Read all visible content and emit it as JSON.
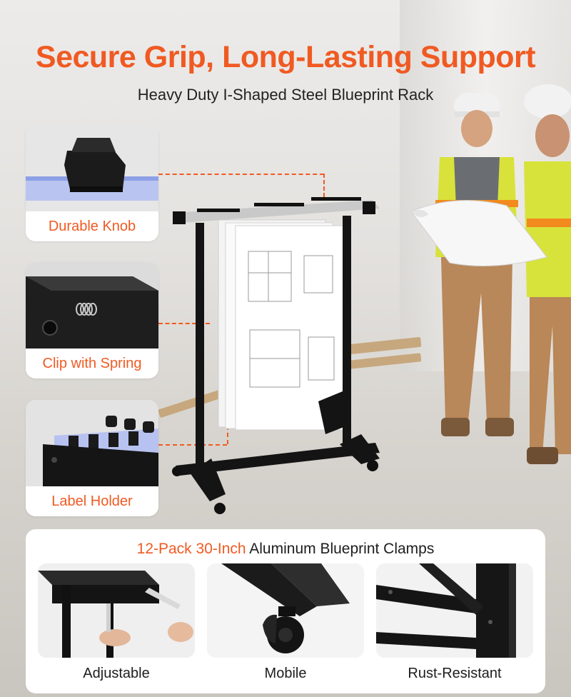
{
  "headline": "Secure Grip, Long-Lasting Support",
  "subheadline": "Heavy Duty I-Shaped Steel Blueprint Rack",
  "callouts": [
    {
      "label": "Durable Knob",
      "icon": "knob-icon"
    },
    {
      "label": "Clip with Spring",
      "icon": "spring-clip-icon"
    },
    {
      "label": "Label Holder",
      "icon": "label-holder-icon"
    }
  ],
  "panel": {
    "title_accent": "12-Pack 30-Inch",
    "title_rest": "Aluminum Blueprint Clamps"
  },
  "features": [
    {
      "label": "Adjustable",
      "icon": "hex-wrench-icon"
    },
    {
      "label": "Mobile",
      "icon": "caster-wheel-icon"
    },
    {
      "label": "Rust-Resistant",
      "icon": "steel-frame-icon"
    }
  ],
  "colors": {
    "accent": "#f05a22",
    "frame": "#111111",
    "panel": "#ffffff"
  }
}
